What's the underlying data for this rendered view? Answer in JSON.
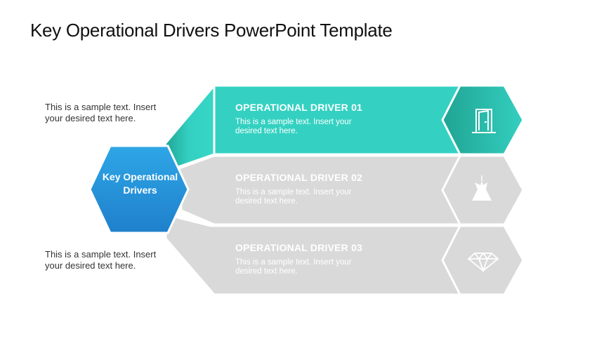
{
  "slide": {
    "title": "Key Operational Drivers PowerPoint Template",
    "side_texts": [
      "This is a sample text. Insert your desired text here.",
      "This is a sample text. Insert your desired text here."
    ],
    "center": {
      "label": "Key Operational Drivers",
      "color": "#2a8fd8"
    },
    "drivers": [
      {
        "title": "OPERATIONAL DRIVER 01",
        "desc": "This is a sample text. Insert your desired text here.",
        "icon": "door-icon",
        "active": true
      },
      {
        "title": "OPERATIONAL DRIVER 02",
        "desc": "This is a sample text. Insert your desired text here.",
        "icon": "plant-dress-icon",
        "active": false
      },
      {
        "title": "OPERATIONAL DRIVER 03",
        "desc": "This is a sample text. Insert your desired text here.",
        "icon": "diamond-icon",
        "active": false
      }
    ],
    "colors": {
      "teal": "#34d1c2",
      "teal_dark": "#23a899",
      "gray": "#d9d9d9",
      "blue": "#2a8fd8"
    }
  }
}
